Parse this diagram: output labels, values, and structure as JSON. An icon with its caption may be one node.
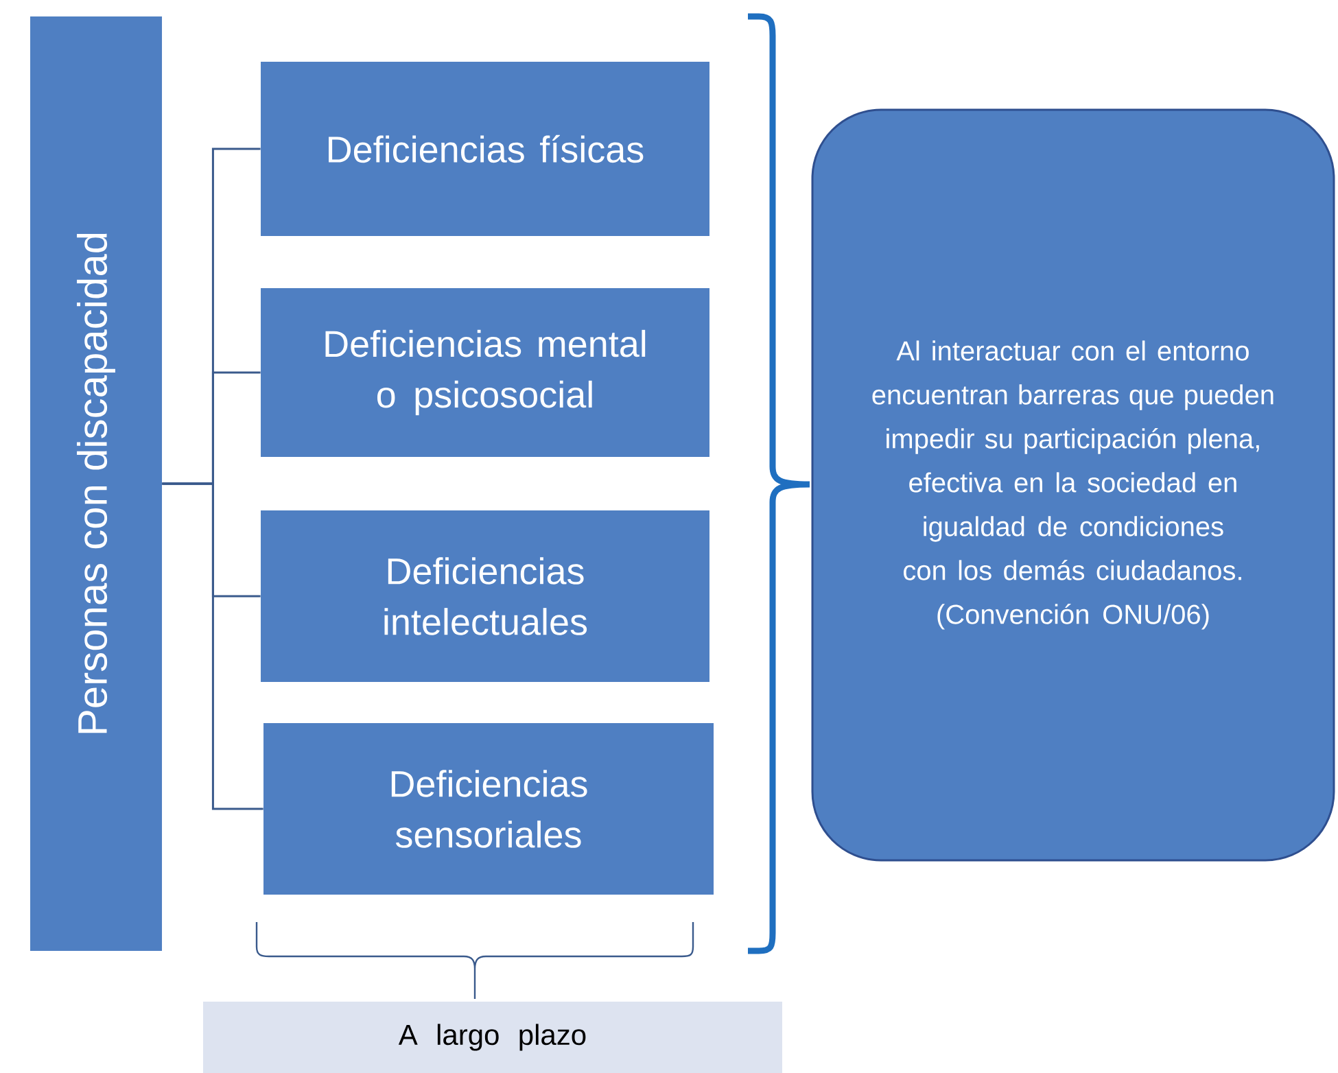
{
  "diagram": {
    "nodes": [
      {
        "text": [
          "Personas con discapacidad"
        ]
      },
      {
        "text": [
          "Deficiencias físicas"
        ]
      },
      {
        "text": [
          "Deficiencias mental o psicosocial"
        ]
      },
      {
        "text": [
          "Deficiencias intelectuales"
        ]
      },
      {
        "text": [
          "Deficiencias sensoriales"
        ]
      },
      {
        "text": [
          "Al interactuar con el entorno encuentran barreras que pueden impedir su participación plena, efectiva en la sociedad en igualdad de condiciones con los demás ciudadanos. (Convención ONU/06)"
        ]
      },
      {
        "text": [
          "A largo plazo"
        ]
      }
    ],
    "edges": [
      {
        "from": 0,
        "to": 1,
        "arrow": "none"
      },
      {
        "from": 0,
        "to": 2,
        "arrow": "none"
      },
      {
        "from": 0,
        "to": 3,
        "arrow": "none"
      },
      {
        "from": 0,
        "to": 4,
        "arrow": "none"
      }
    ]
  }
}
